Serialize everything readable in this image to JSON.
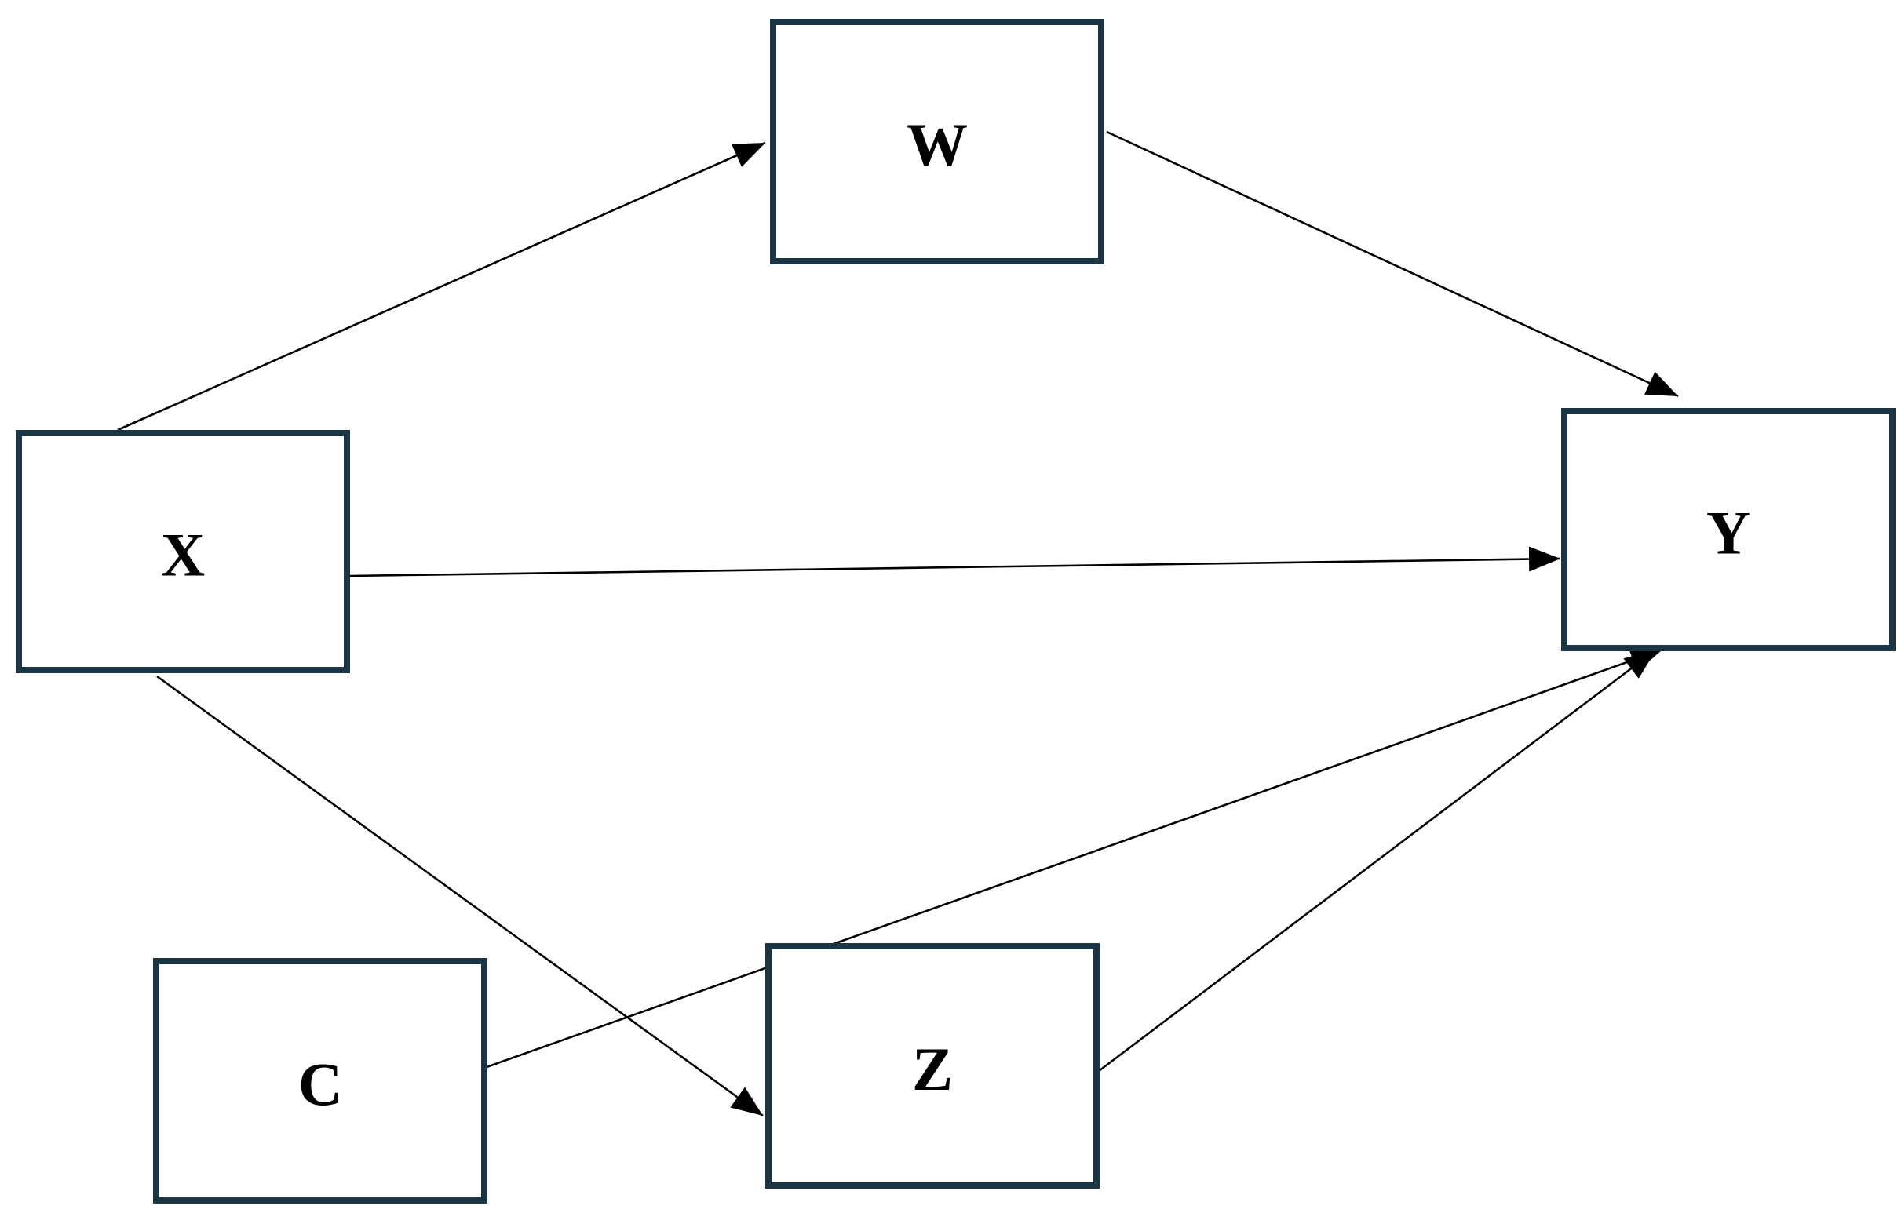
{
  "diagram": {
    "type": "path-diagram",
    "colors": {
      "box_border": "#1c3544",
      "arrow": "#000000",
      "background": "#ffffff"
    },
    "nodes": [
      {
        "id": "W",
        "label": "W"
      },
      {
        "id": "X",
        "label": "X"
      },
      {
        "id": "Y",
        "label": "Y"
      },
      {
        "id": "C",
        "label": "C"
      },
      {
        "id": "Z",
        "label": "Z"
      }
    ],
    "edges": [
      {
        "from": "X",
        "to": "W"
      },
      {
        "from": "W",
        "to": "Y"
      },
      {
        "from": "X",
        "to": "Y"
      },
      {
        "from": "X",
        "to": "Z"
      },
      {
        "from": "C",
        "to": "Y"
      },
      {
        "from": "Z",
        "to": "Y"
      }
    ]
  }
}
